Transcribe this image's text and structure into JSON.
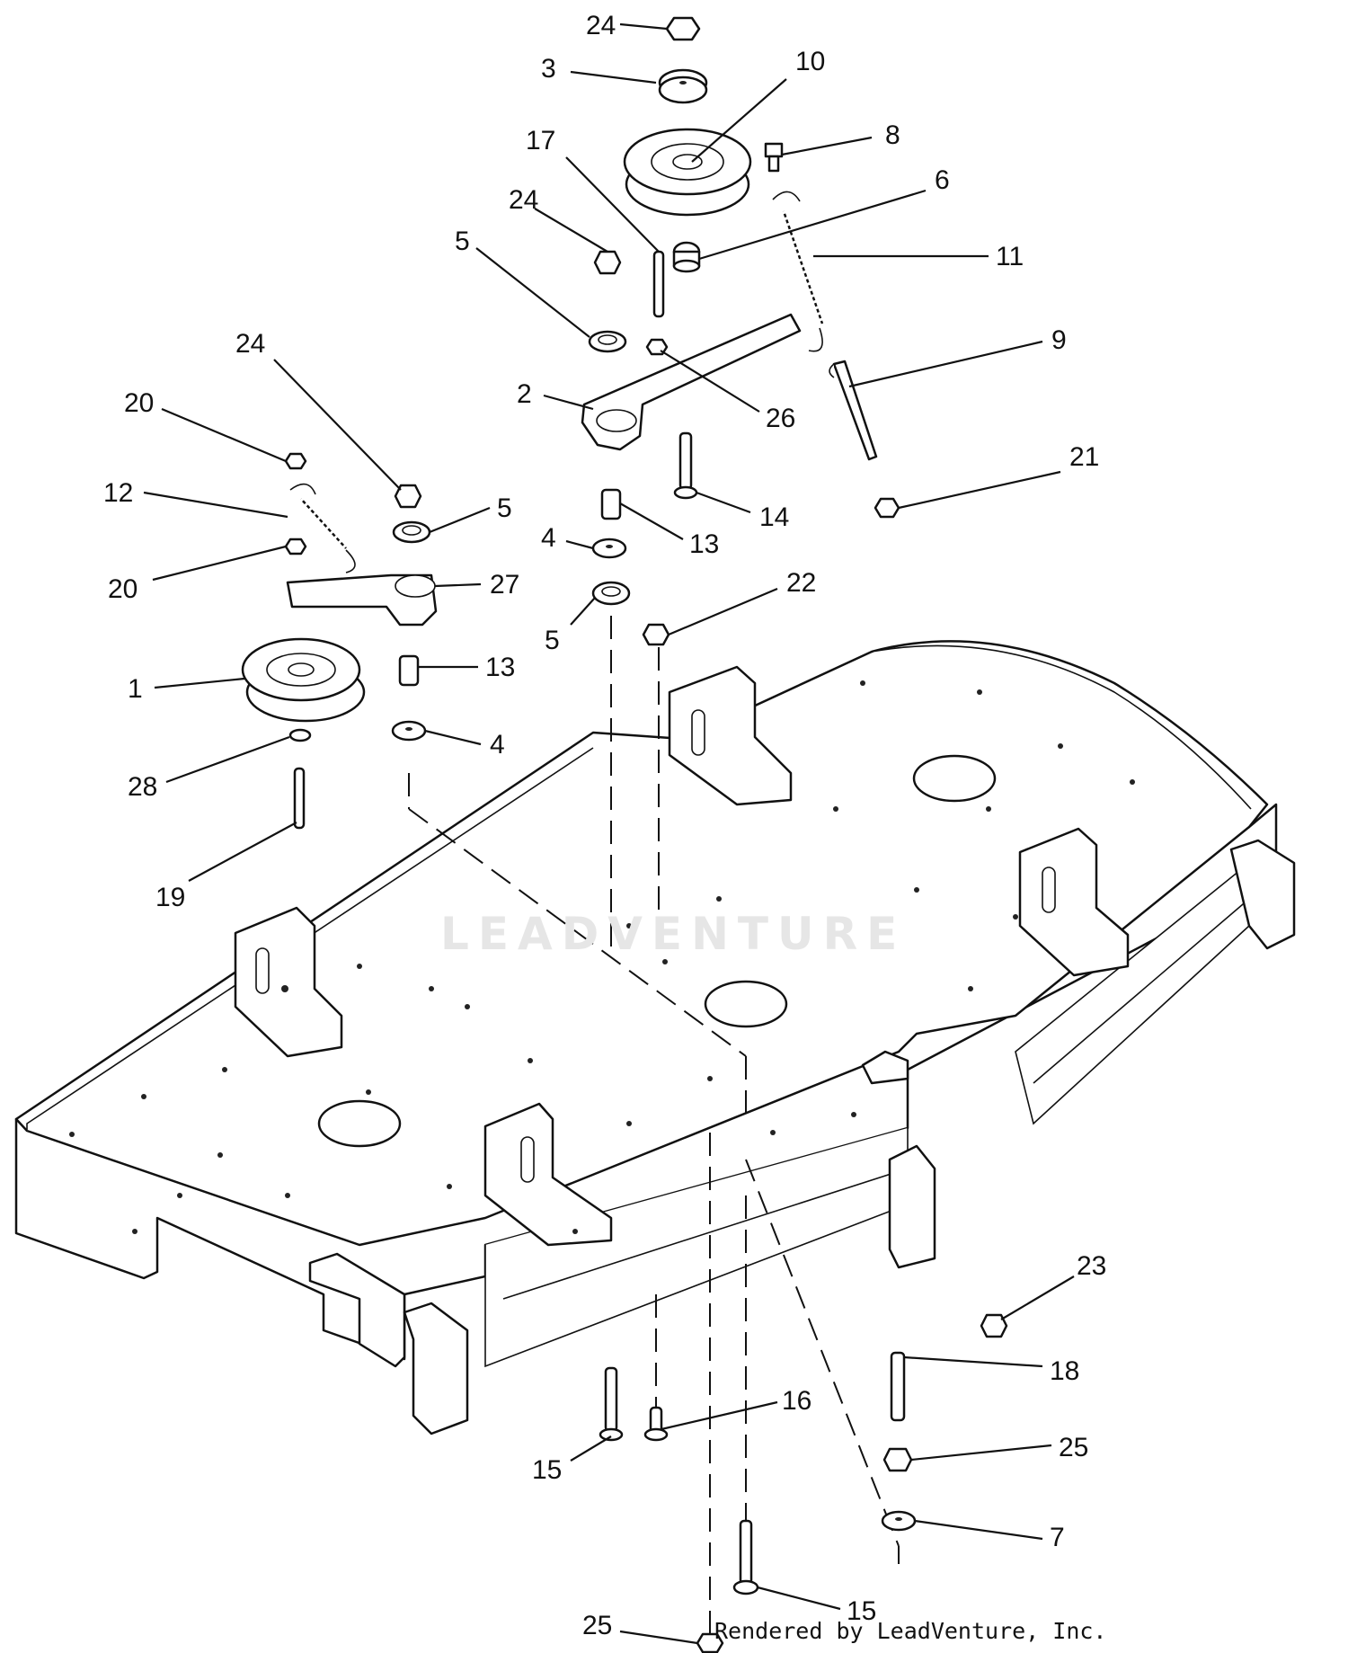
{
  "watermark": "LEADVENTURE",
  "credit": "Rendered by LeadVenture, Inc.",
  "callouts": [
    {
      "id": "24a",
      "label": "24"
    },
    {
      "id": "3",
      "label": "3"
    },
    {
      "id": "10",
      "label": "10"
    },
    {
      "id": "17",
      "label": "17"
    },
    {
      "id": "8",
      "label": "8"
    },
    {
      "id": "24b",
      "label": "24"
    },
    {
      "id": "6",
      "label": "6"
    },
    {
      "id": "11",
      "label": "11"
    },
    {
      "id": "5a",
      "label": "5"
    },
    {
      "id": "24c",
      "label": "24"
    },
    {
      "id": "9",
      "label": "9"
    },
    {
      "id": "20a",
      "label": "20"
    },
    {
      "id": "2",
      "label": "2"
    },
    {
      "id": "26",
      "label": "26"
    },
    {
      "id": "21",
      "label": "21"
    },
    {
      "id": "12",
      "label": "12"
    },
    {
      "id": "5b",
      "label": "5"
    },
    {
      "id": "14",
      "label": "14"
    },
    {
      "id": "4a",
      "label": "4"
    },
    {
      "id": "13a",
      "label": "13"
    },
    {
      "id": "20b",
      "label": "20"
    },
    {
      "id": "27",
      "label": "27"
    },
    {
      "id": "22",
      "label": "22"
    },
    {
      "id": "5c",
      "label": "5"
    },
    {
      "id": "1",
      "label": "1"
    },
    {
      "id": "13b",
      "label": "13"
    },
    {
      "id": "4b",
      "label": "4"
    },
    {
      "id": "28",
      "label": "28"
    },
    {
      "id": "19",
      "label": "19"
    },
    {
      "id": "23",
      "label": "23"
    },
    {
      "id": "18",
      "label": "18"
    },
    {
      "id": "16",
      "label": "16"
    },
    {
      "id": "25a",
      "label": "25"
    },
    {
      "id": "15a",
      "label": "15"
    },
    {
      "id": "7",
      "label": "7"
    },
    {
      "id": "25b",
      "label": "25"
    },
    {
      "id": "15b",
      "label": "15"
    }
  ]
}
